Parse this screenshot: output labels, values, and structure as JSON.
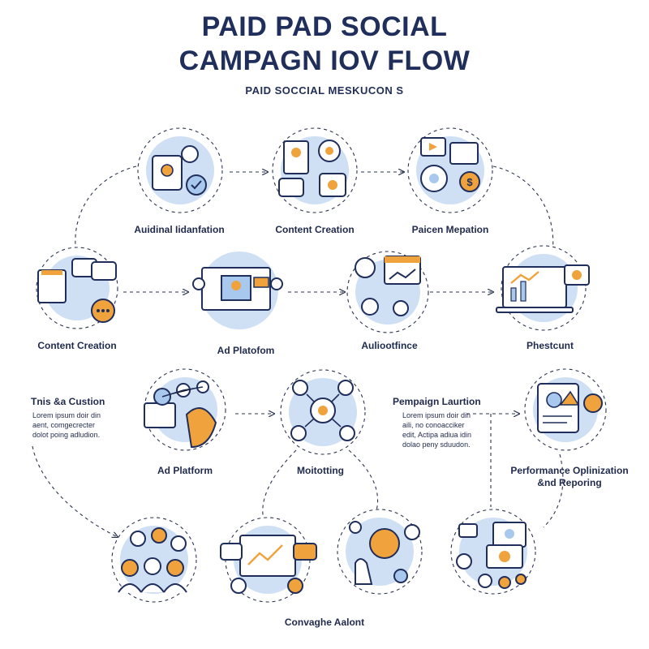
{
  "header": {
    "title_line1": "PAID PAD SOCIAL",
    "title_line2": "CAMPAGN IOV FLOW",
    "subtitle": "PAID SOCCIAL MESKUCON S"
  },
  "nodes": [
    {
      "id": "n1",
      "label": "Auidinal Iidanfation",
      "icon": "tablet-people-icon"
    },
    {
      "id": "n2",
      "label": "Content Creation",
      "icon": "content-gear-icon"
    },
    {
      "id": "n3",
      "label": "Paicen Mepation",
      "icon": "money-gear-icon"
    },
    {
      "id": "n4",
      "label": "Content Creation",
      "icon": "chat-bubbles-icon"
    },
    {
      "id": "n5",
      "label": "Ad Platofom",
      "icon": "presentation-icon"
    },
    {
      "id": "n6",
      "label": "Auliootfince",
      "icon": "idea-chart-icon"
    },
    {
      "id": "n7",
      "label": "Phestcunt",
      "icon": "laptop-chart-icon"
    },
    {
      "id": "n8",
      "label": "Ad Platform",
      "icon": "network-hand-icon"
    },
    {
      "id": "n9",
      "label": "Moitotting",
      "icon": "user-network-icon"
    },
    {
      "id": "n10",
      "label": "Performance Oplinization\n&nd Reporing",
      "icon": "tablet-touch-icon"
    },
    {
      "id": "n11",
      "label": "",
      "icon": "team-icon"
    },
    {
      "id": "n12",
      "label": "Convaghe Aalont",
      "icon": "monitor-chat-icon"
    },
    {
      "id": "n13",
      "label": "",
      "icon": "hand-bubble-icon"
    },
    {
      "id": "n14",
      "label": "",
      "icon": "video-call-icon"
    }
  ],
  "side_notes": {
    "left": {
      "title": "Tnis &a Custion",
      "lines": [
        "Lorem ipsum doir din",
        "aent, comgecrecter",
        "dolot poing adludion."
      ]
    },
    "right": {
      "title": "Pempaign Laurtion",
      "lines": [
        "Lorem ipsum doir din",
        "aili, no conoacciker",
        "edit, Actipa adiua idin",
        "dolao peny sduudon."
      ]
    }
  },
  "colors": {
    "navy": "#1f2e5a",
    "blue_fill": "#cfe0f5",
    "light_blue": "#a9c8ee",
    "orange": "#f0a23c",
    "line": "#2b3550"
  }
}
